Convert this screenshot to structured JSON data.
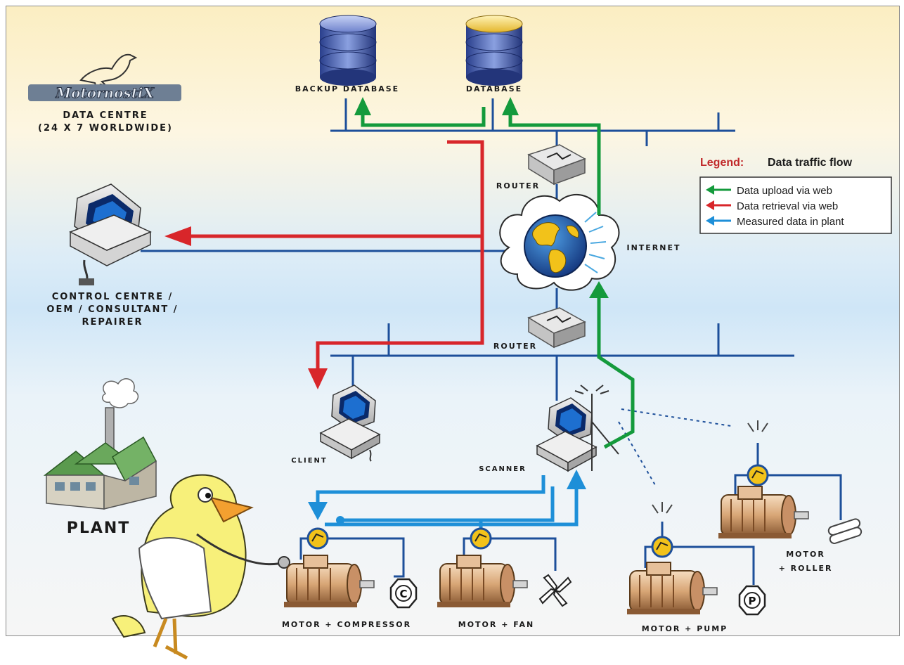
{
  "brand": {
    "logo_text": "MotornostiX"
  },
  "labels": {
    "data_centre_1": "DATA CENTRE",
    "data_centre_2": "(24 X 7 WORLDWIDE)",
    "backup_database": "BACKUP DATABASE",
    "database": "DATABASE",
    "router_top": "ROUTER",
    "router_bottom": "ROUTER",
    "internet": "INTERNET",
    "control_1": "CONTROL CENTRE /",
    "control_2": "OEM / CONSULTANT /",
    "control_3": "REPAIRER",
    "client": "CLIENT",
    "scanner": "SCANNER",
    "plant": "PLANT",
    "motor_compressor": "MOTOR + COMPRESSOR",
    "motor_fan": "MOTOR + FAN",
    "motor_pump": "MOTOR + PUMP",
    "motor_roller_1": "MOTOR",
    "motor_roller_2": "+ ROLLER",
    "compressor_symbol": "C",
    "pump_symbol": "P"
  },
  "legend": {
    "title_prefix": "Legend:",
    "title_suffix": "Data traffic flow",
    "items": [
      {
        "label": "Data upload via web",
        "color": "#149a3c"
      },
      {
        "label": "Data retrieval via web",
        "color": "#d8262a"
      },
      {
        "label": "Measured data in plant",
        "color": "#1e8fd8"
      }
    ]
  },
  "colors": {
    "network_line": "#1d4f9a",
    "upload": "#149a3c",
    "retrieval": "#d8262a",
    "measured": "#1e8fd8",
    "legend_title": "#c0282a"
  }
}
